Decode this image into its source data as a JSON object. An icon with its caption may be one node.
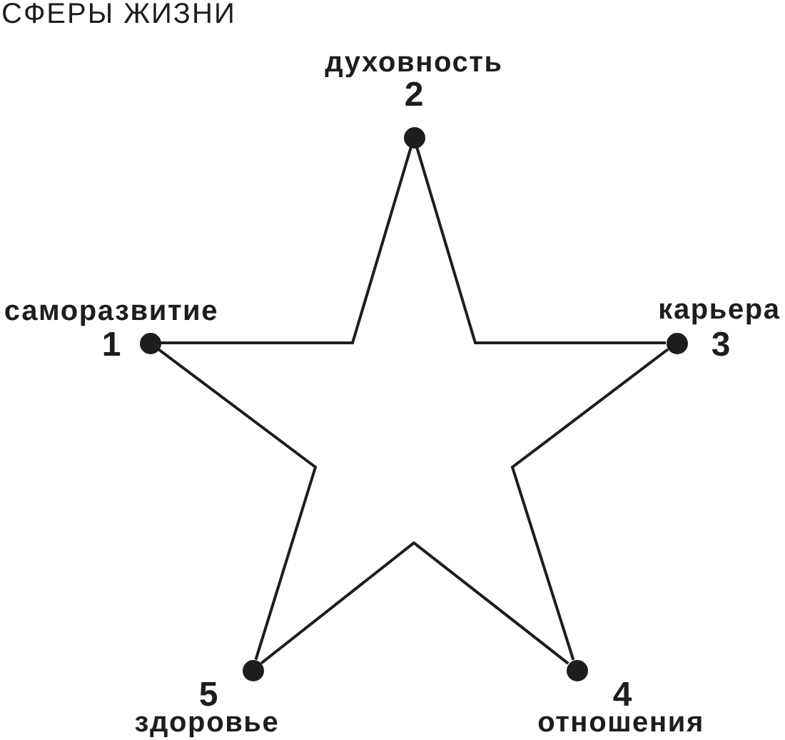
{
  "diagram": {
    "title": "СФЕРЫ ЖИЗНИ",
    "nodes": [
      {
        "text": [],
        "shape": "circle",
        "beside": [
          "духовность",
          "2"
        ]
      },
      {
        "text": [],
        "shape": "circle",
        "beside": [
          "саморазвитие",
          "1"
        ]
      },
      {
        "text": [],
        "shape": "circle",
        "beside": [
          "карьера",
          "3"
        ]
      },
      {
        "text": [],
        "shape": "circle",
        "beside": [
          "5",
          "здоровье"
        ]
      },
      {
        "text": [],
        "shape": "circle",
        "beside": [
          "4",
          "отношения"
        ]
      }
    ],
    "edges": [
      {
        "from": 0,
        "to": 1,
        "arrow": "none"
      },
      {
        "from": 1,
        "to": 3,
        "arrow": "none"
      },
      {
        "from": 3,
        "to": 4,
        "arrow": "none"
      },
      {
        "from": 4,
        "to": 2,
        "arrow": "none"
      },
      {
        "from": 2,
        "to": 0,
        "arrow": "none"
      }
    ]
  }
}
